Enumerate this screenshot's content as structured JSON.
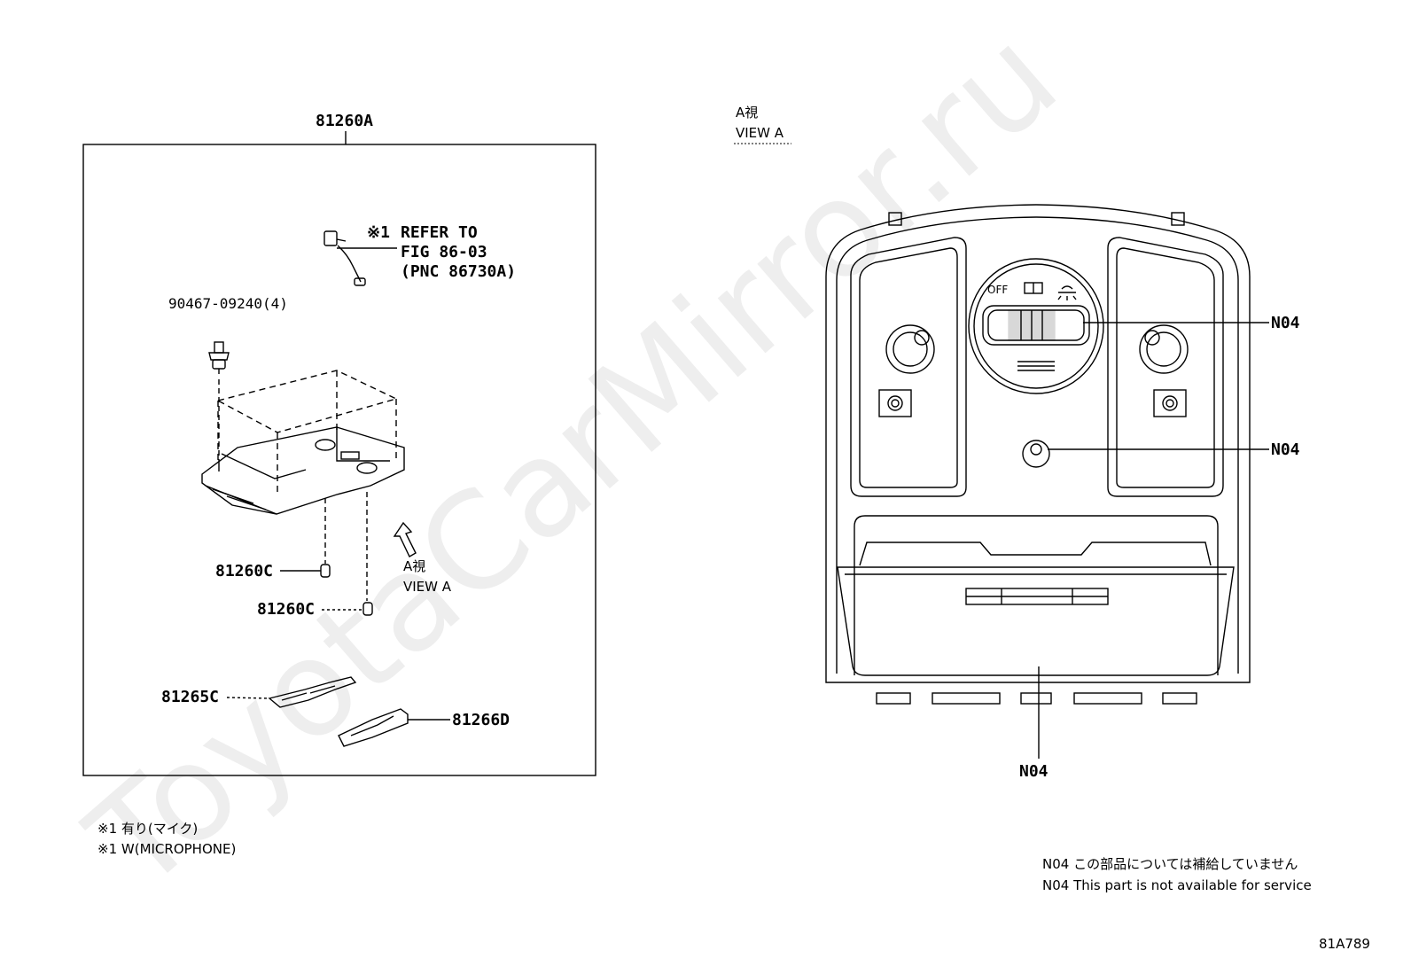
{
  "watermark": "ToyotaCarMirror.ru",
  "left_panel": {
    "assembly_label": "81260A",
    "ref_note": {
      "mark": "※1",
      "line1": "REFER TO",
      "line2": "FIG 86-03",
      "line3": "(PNC 86730A)"
    },
    "screw_label": "90467-09240(4)",
    "clip_label_1": "81260C",
    "clip_label_2": "81260C",
    "lens_label_1": "81265C",
    "lens_label_2": "81266D",
    "view_jp": "A視",
    "view_en": "VIEW A"
  },
  "right_panel": {
    "view_jp": "A視",
    "view_en": "VIEW A",
    "switch_off": "OFF",
    "callout_1": "N04",
    "callout_2": "N04",
    "callout_3": "N04"
  },
  "footnotes": {
    "jp": "※1 有り(マイク)",
    "en": "※1 W(MICROPHONE)"
  },
  "legend": {
    "jp": "N04 この部品については補給していません",
    "en": "N04 This part is not available for service"
  },
  "figure_id": "81A789"
}
